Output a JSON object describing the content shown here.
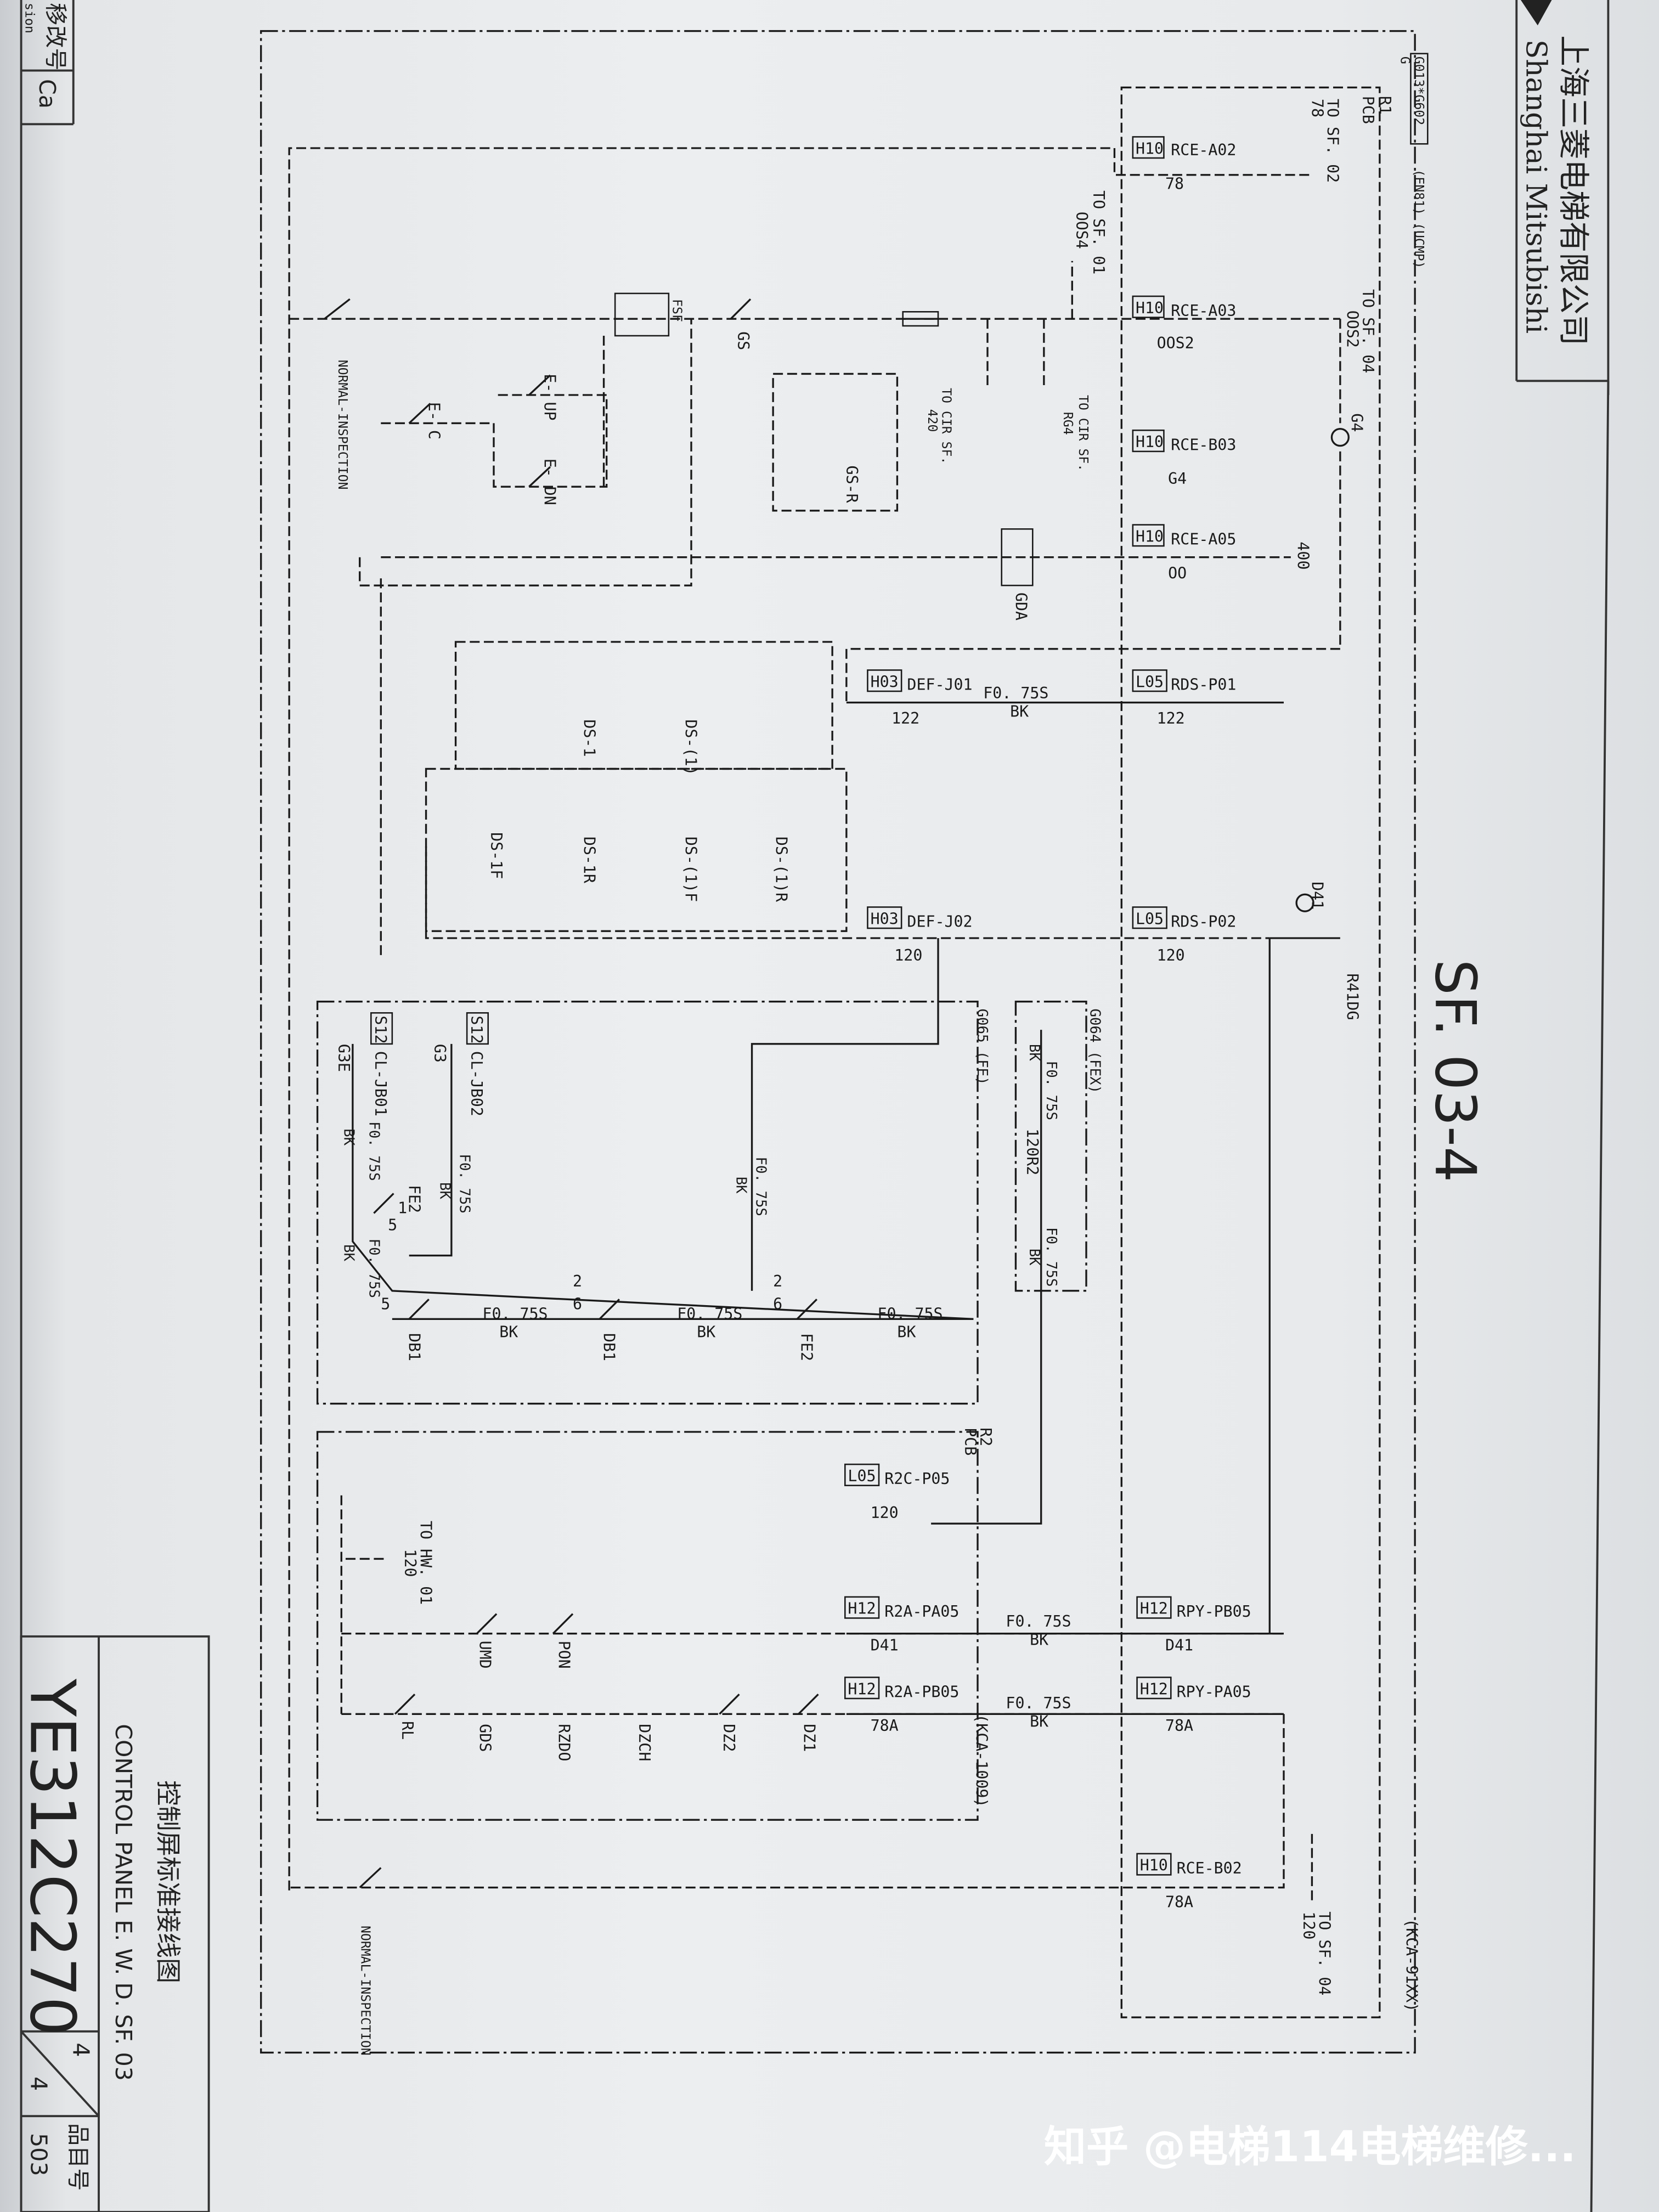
{
  "header": {
    "company_cn": "上海三菱电梯有限公司",
    "company_en": "Shanghai Mitsubishi",
    "sheet_id": "SF. 03-4",
    "board_code": "G013*G602",
    "board_std": "(EN81) (UCMP)",
    "ground": "G",
    "revision_label": "移改号",
    "revision_label_en": "sion",
    "revision_value": "Ca"
  },
  "title_block": {
    "title_cn": "控制屏标准接线图",
    "title_en": "CONTROL PANEL E. W. D. SF. 03",
    "drawing_no": "YE312C270",
    "sheet_num": "4",
    "sheet_total": "4",
    "item_label": "品目号",
    "item_no": "503"
  },
  "pcbs": {
    "r1": "R1",
    "r1_pcb": "PCB",
    "r2": "R2",
    "r2_pcb": "PCB"
  },
  "connectors": [
    {
      "code": "H10",
      "name": "RCE-A02",
      "pin": "78"
    },
    {
      "code": "H10",
      "name": "RCE-A03",
      "pin": "OOS2"
    },
    {
      "code": "H10",
      "name": "RCE-B03",
      "pin": "G4"
    },
    {
      "code": "H10",
      "name": "RCE-A05",
      "pin": "OO"
    },
    {
      "code": "H03",
      "name": "DEF-J01",
      "pin": "122"
    },
    {
      "code": "L05",
      "name": "RDS-P01",
      "pin": "122"
    },
    {
      "code": "H03",
      "name": "DEF-J02",
      "pin": "120"
    },
    {
      "code": "L05",
      "name": "RDS-P02",
      "pin": "120"
    },
    {
      "code": "L05",
      "name": "R2C-P05",
      "pin": "120"
    },
    {
      "code": "H12",
      "name": "R2A-PA05",
      "pin": "D41"
    },
    {
      "code": "H12",
      "name": "RPY-PB05",
      "pin": "D41"
    },
    {
      "code": "H12",
      "name": "R2A-PB05",
      "pin": "78A"
    },
    {
      "code": "H12",
      "name": "RPY-PA05",
      "pin": "78A"
    },
    {
      "code": "H10",
      "name": "RCE-B02",
      "pin": "78A"
    },
    {
      "code": "S12",
      "name": "CL-JB01",
      "pin": "G3E"
    },
    {
      "code": "S12",
      "name": "CL-JB02",
      "pin": "G3"
    }
  ],
  "wire": {
    "spec": "F0. 75S",
    "color": "BK"
  },
  "refs": {
    "to_sf02": "TO SF. 02",
    "to_sf02_sig": "78",
    "to_sf01": "TO SF. 01",
    "to_sf01_sig": "OOS4",
    "to_sf04a": "TO SF. 04",
    "to_sf04a_sig": "OOS2",
    "g4": "G4",
    "s400": "400",
    "to_cir_420": "TO CIR SF.",
    "sig_420": "420",
    "to_cir_rg4": "TO CIR SF.",
    "sig_rg4": "RG4",
    "d41": "D41",
    "r41dg": "R41DG",
    "to_hw01": "TO HW. 01",
    "to_hw01_sig": "120",
    "to_sf04b": "TO SF. 04",
    "to_sf04b_sig": "120",
    "r120r2": "120R2"
  },
  "boards": {
    "g064": "G064",
    "g064_type": "(FEX)",
    "g065": "G065",
    "g065_type": "(FE)",
    "kca1009": "(KCA-1009)",
    "kca91xx": "(KCA-91XX)"
  },
  "components": {
    "gs": "GS",
    "gs_r": "GS-R",
    "fsf": "FSF",
    "gda": "GDA",
    "e_c": "E- C",
    "e_up": "E- UP",
    "e_dn": "E- DN",
    "normal_inspection": "NORMAL-INSPECTION",
    "ds_1": "DS-1",
    "ds_p1": "DS-(1)",
    "ds_1f": "DS-1F",
    "ds_1r": "DS-1R",
    "ds_p1f": "DS-(1)F",
    "ds_p1r": "DS-(1)R",
    "fe2": "FE2",
    "db1": "DB1",
    "umd": "UMD",
    "pon": "PON",
    "rl": "RL",
    "gds": "GDS",
    "rzdo": "RZDO",
    "dzch": "DZCH",
    "dz2": "DZ2",
    "dz1": "DZ1",
    "pin5": "5",
    "pin6": "6",
    "pin2": "2",
    "pin1": "1"
  },
  "watermark": "知乎 @电梯114电梯维修..."
}
